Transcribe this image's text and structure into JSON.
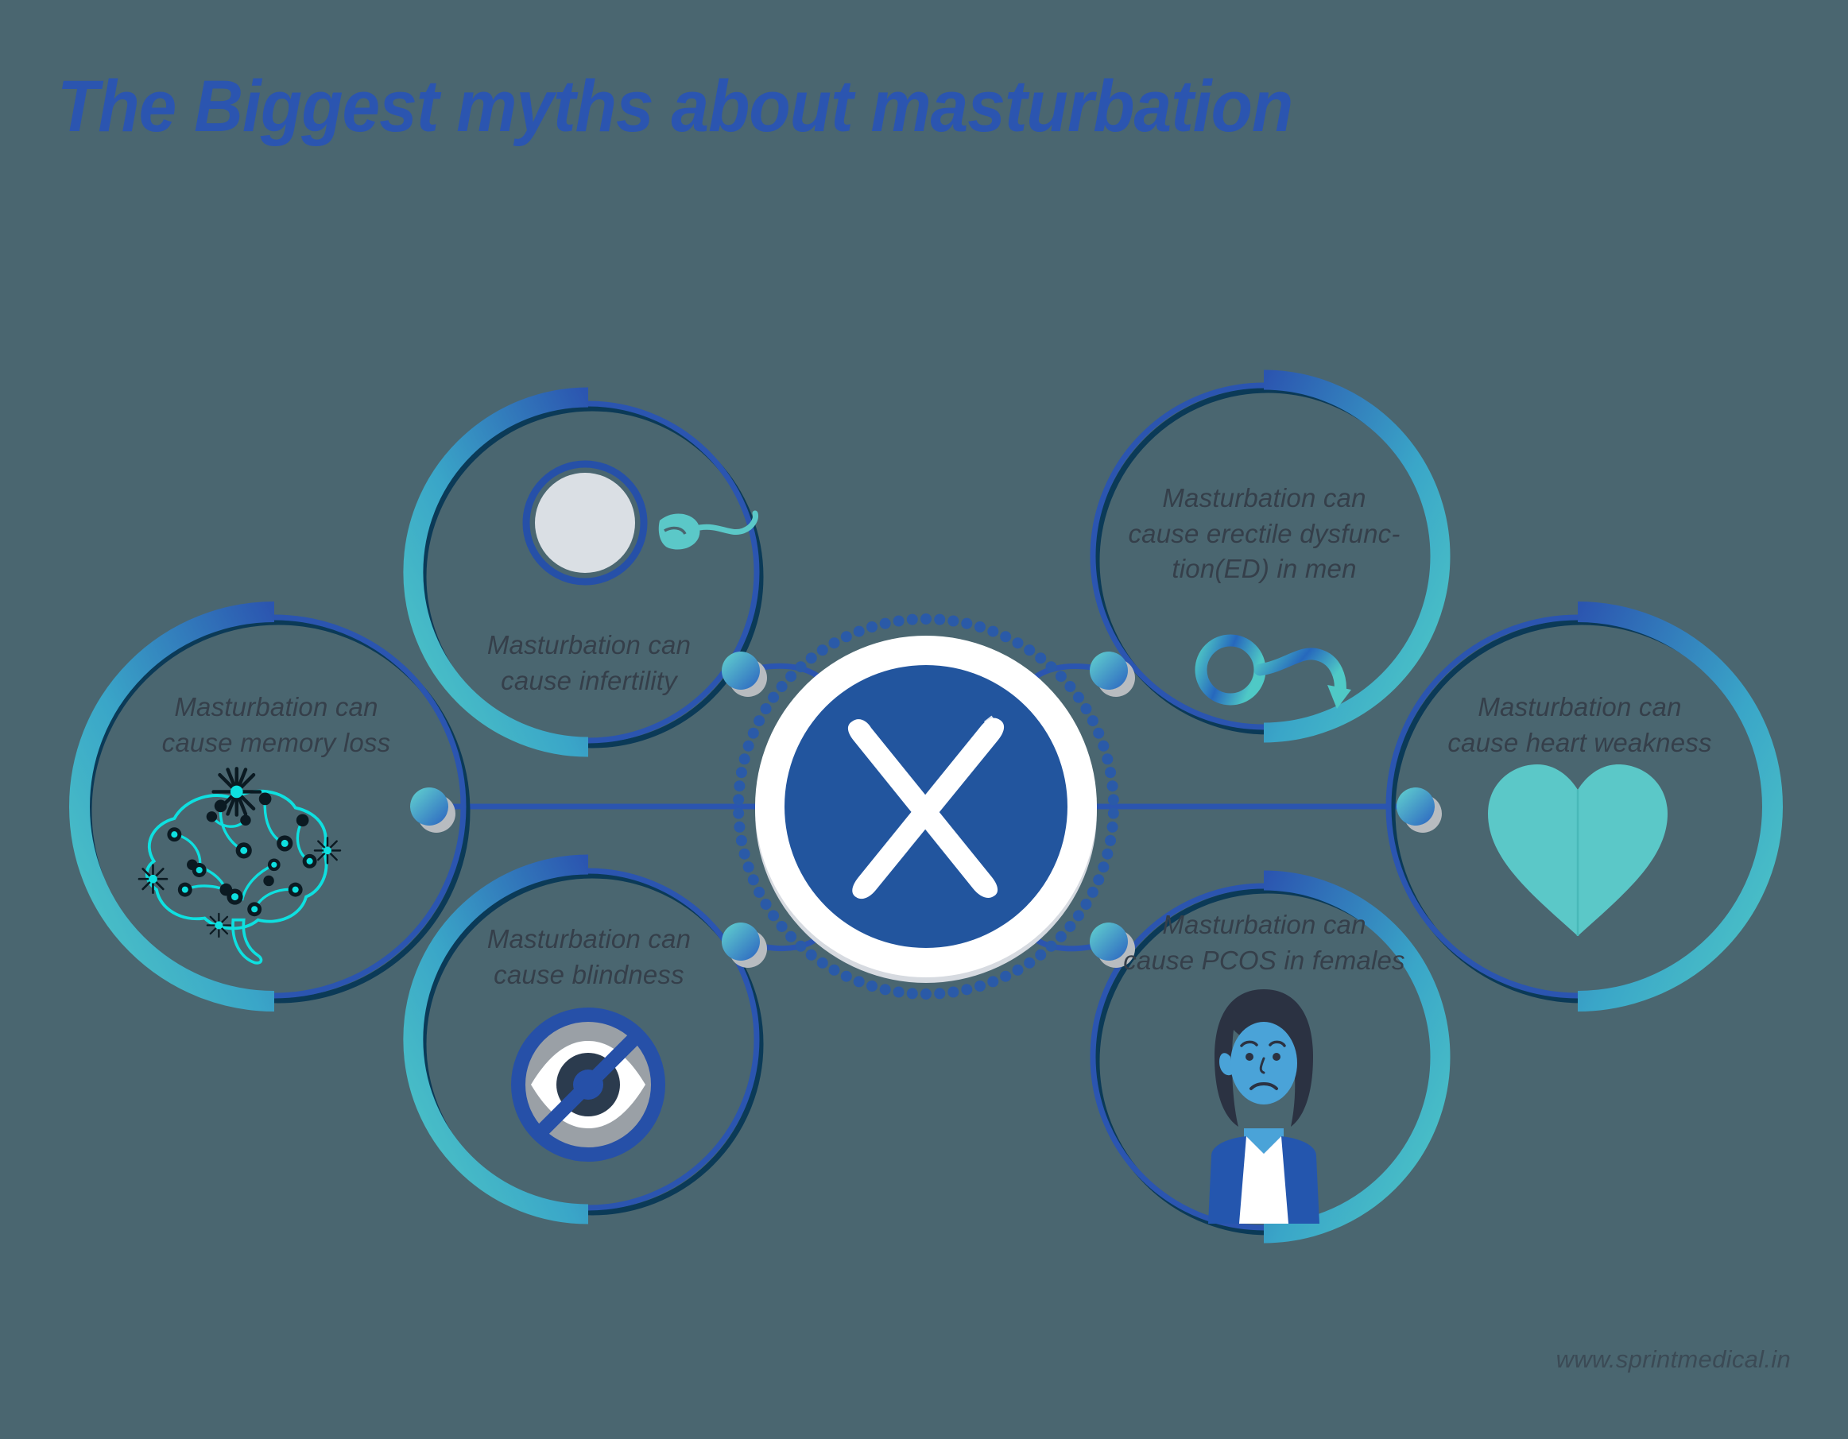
{
  "header": {
    "title": "The Biggest myths about masturbation",
    "title_color": "#2b55b0"
  },
  "footer": {
    "website": "www.sprintmedical.in"
  },
  "center": {
    "icon": "x-cross-icon",
    "fill_color": "#22559e",
    "ring_color": "#ffffff",
    "dot_color": "#2a5aa8"
  },
  "theme": {
    "background": "#4a6670",
    "arc_gradient_start": "#4fc3c3",
    "arc_gradient_end": "#2b55b0",
    "thin_ring": "#2b55b0",
    "thin_ring_shadow": "#0b3a57",
    "label_color": "#353f4a",
    "teal": "#5bc8c8",
    "cyan": "#0ee0e0"
  },
  "nodes": [
    {
      "id": "memory-loss",
      "label": "Masturbation can\ncause memory loss",
      "icon": "brain-icon",
      "position": "left"
    },
    {
      "id": "infertility",
      "label": "Masturbation can\ncause infertility",
      "icon": "sperm-egg-icon",
      "position": "upper-left"
    },
    {
      "id": "blindness",
      "label": "Masturbation can\ncause blindness",
      "icon": "no-eye-icon",
      "position": "lower-left"
    },
    {
      "id": "erectile-dysfunction",
      "label": "Masturbation can\ncause erectile dysfunc-\ntion(ED) in men",
      "icon": "male-symbol-icon",
      "position": "upper-right"
    },
    {
      "id": "pcos",
      "label": "Masturbation can\ncause PCOS in females",
      "icon": "sad-woman-icon",
      "position": "lower-right"
    },
    {
      "id": "heart-weakness",
      "label": "Masturbation can\ncause heart weakness",
      "icon": "heart-icon",
      "position": "right"
    }
  ]
}
